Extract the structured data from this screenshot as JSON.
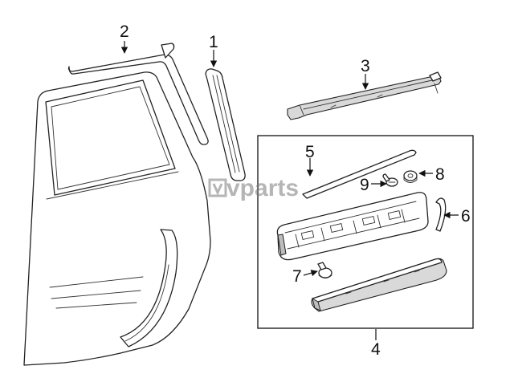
{
  "watermark": "vparts",
  "callouts": [
    {
      "id": "c1",
      "label": "1"
    },
    {
      "id": "c2",
      "label": "2"
    },
    {
      "id": "c3",
      "label": "3"
    },
    {
      "id": "c4",
      "label": "4"
    },
    {
      "id": "c5",
      "label": "5"
    },
    {
      "id": "c6",
      "label": "6"
    },
    {
      "id": "c7",
      "label": "7"
    },
    {
      "id": "c8",
      "label": "8"
    },
    {
      "id": "c9",
      "label": "9"
    }
  ]
}
